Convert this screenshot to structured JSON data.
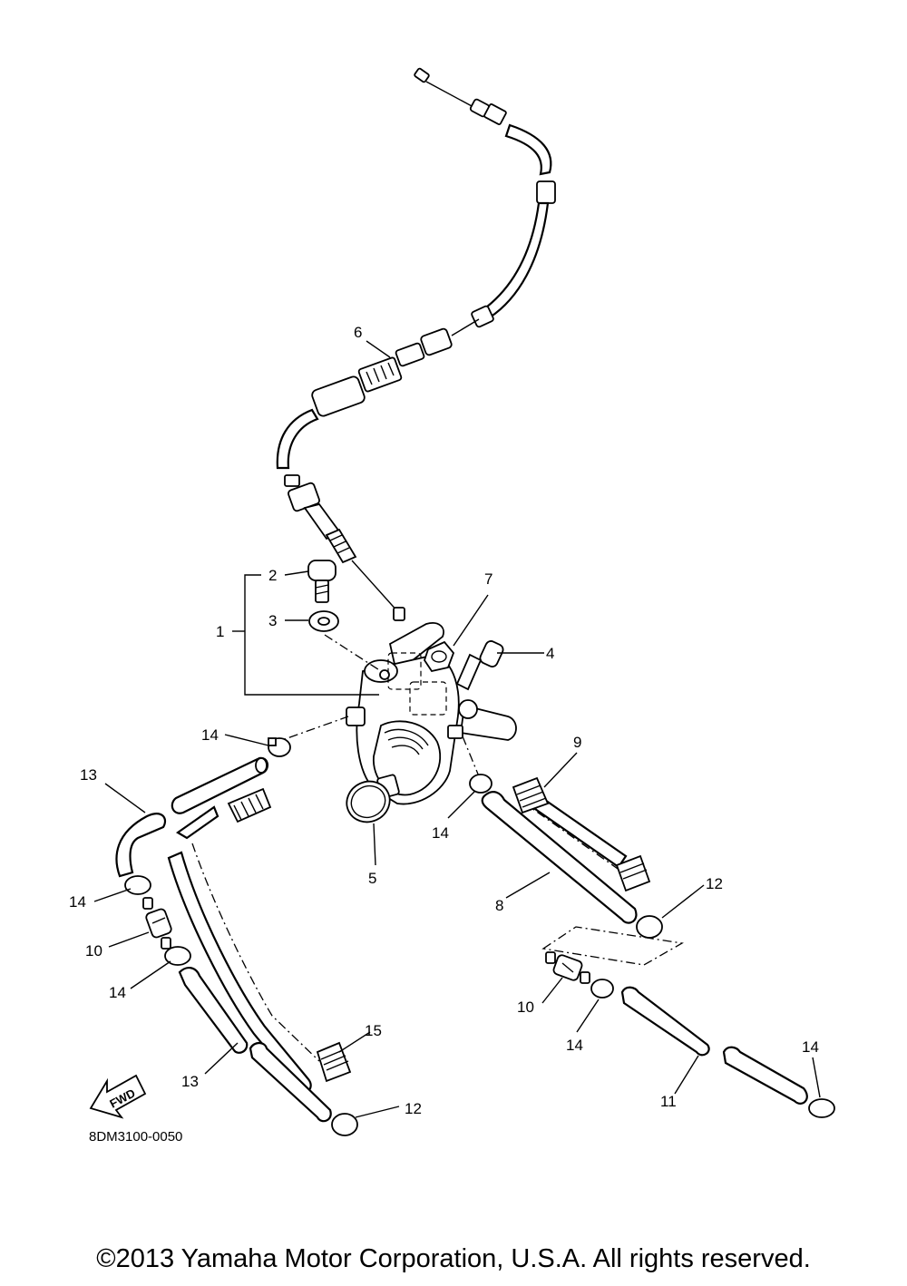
{
  "callouts": {
    "c1": "1",
    "c2": "2",
    "c3": "3",
    "c4": "4",
    "c5": "5",
    "c6": "6",
    "c7": "7",
    "c8": "8",
    "c9": "9",
    "c10a": "10",
    "c10b": "10",
    "c11": "11",
    "c12a": "12",
    "c12b": "12",
    "c13a": "13",
    "c13b": "13",
    "c14a": "14",
    "c14b": "14",
    "c14c": "14",
    "c14d": "14",
    "c14e": "14",
    "c14f": "14",
    "c15": "15"
  },
  "fwd_label": "FWD",
  "diagram_code": "8DM3100-0050",
  "copyright": "©2013 Yamaha Motor Corporation, U.S.A. All rights reserved."
}
